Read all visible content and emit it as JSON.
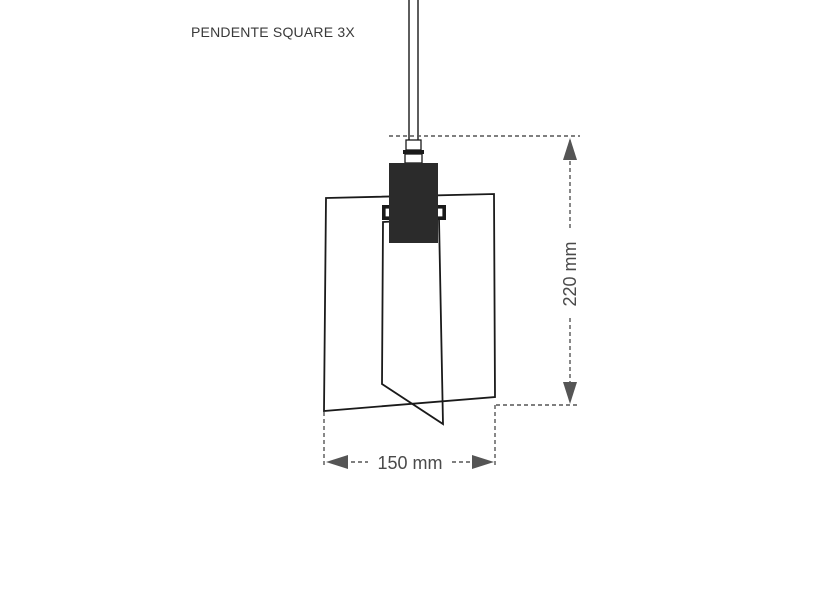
{
  "title": "PENDENTE SQUARE 3X",
  "dimensions": {
    "height_label": "220 mm",
    "width_label": "150 mm"
  },
  "colors": {
    "line": "#1a1a1a",
    "dimension": "#555555",
    "text": "#3a3a3a"
  }
}
